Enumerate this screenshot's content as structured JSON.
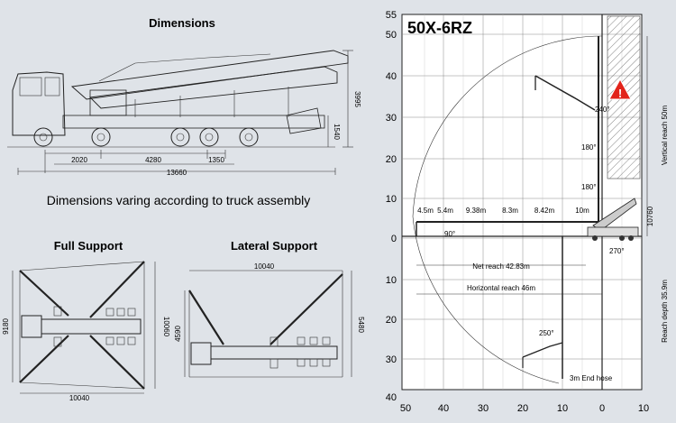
{
  "left": {
    "dimensions_title": "Dimensions",
    "side_view_dims": {
      "total_length": "13660",
      "seg1": "2020",
      "seg2": "4280",
      "seg3": "1350",
      "height_total": "3995",
      "height_lower": "1540"
    },
    "note": "Dimensions varing according to truck assembly",
    "full_support": {
      "title": "Full Support",
      "front_width": "9180",
      "rear_width": "10060",
      "length": "10040"
    },
    "lateral_support": {
      "title": "Lateral Support",
      "length": "10040",
      "front_width": "4590",
      "rear_width": "5480"
    }
  },
  "right": {
    "model": "50X-6RZ",
    "y_ticks": [
      "55",
      "50",
      "40",
      "30",
      "20",
      "10",
      "0",
      "10",
      "20",
      "30",
      "40"
    ],
    "x_ticks": [
      "50",
      "40",
      "30",
      "20",
      "10",
      "0",
      "10"
    ],
    "angles": {
      "a240": "240°",
      "a180_top": "180°",
      "a180_bottom": "180°",
      "a90": "90°",
      "a270": "270°",
      "a250": "250°"
    },
    "sections": [
      "4.5m",
      "5.4m",
      "9.38m",
      "8.3m",
      "8.42m",
      "10m"
    ],
    "net_reach": "Net reach 42.83m",
    "horizontal_reach": "Horizontal reach 46m",
    "vertical_reach": "Vertical reach 50m",
    "reach_depth": "Reach depth 35.9m",
    "end_hose": "3m End hose",
    "outrigger_height": "10760",
    "warning_icon": "warning-triangle-icon",
    "warning_color": "#e2231a"
  }
}
